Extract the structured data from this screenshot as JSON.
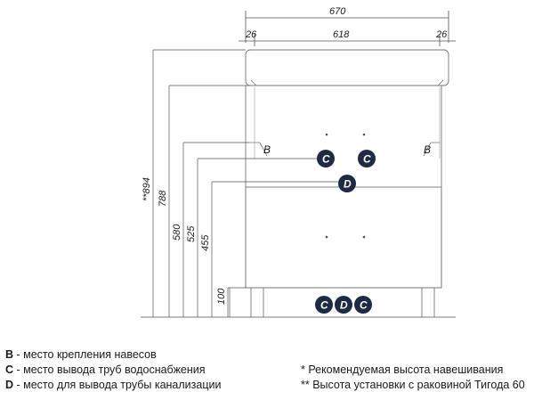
{
  "dimensions": {
    "total_width": "670",
    "inner_width": "618",
    "side_left": "26",
    "side_right": "26",
    "height_total": "**894",
    "height_mirror": "788",
    "height_580": "580",
    "height_525": "525",
    "height_455": "455",
    "height_100": "100"
  },
  "markers": {
    "b": "B",
    "c": "C",
    "d": "D"
  },
  "legend": {
    "b_key": "B",
    "b_text": " - место крепления навесов",
    "c_key": "C",
    "c_text": " - место вывода труб водоснабжения",
    "d_key": "D",
    "d_text": " - место для вывода трубы канализации",
    "note_recommended": "* Рекомендуемая высота навешивания",
    "note_install": "** Высота установки с раковиной Тигода 60"
  },
  "colors": {
    "marker_fill": "#1f2a44",
    "line": "#555555"
  }
}
